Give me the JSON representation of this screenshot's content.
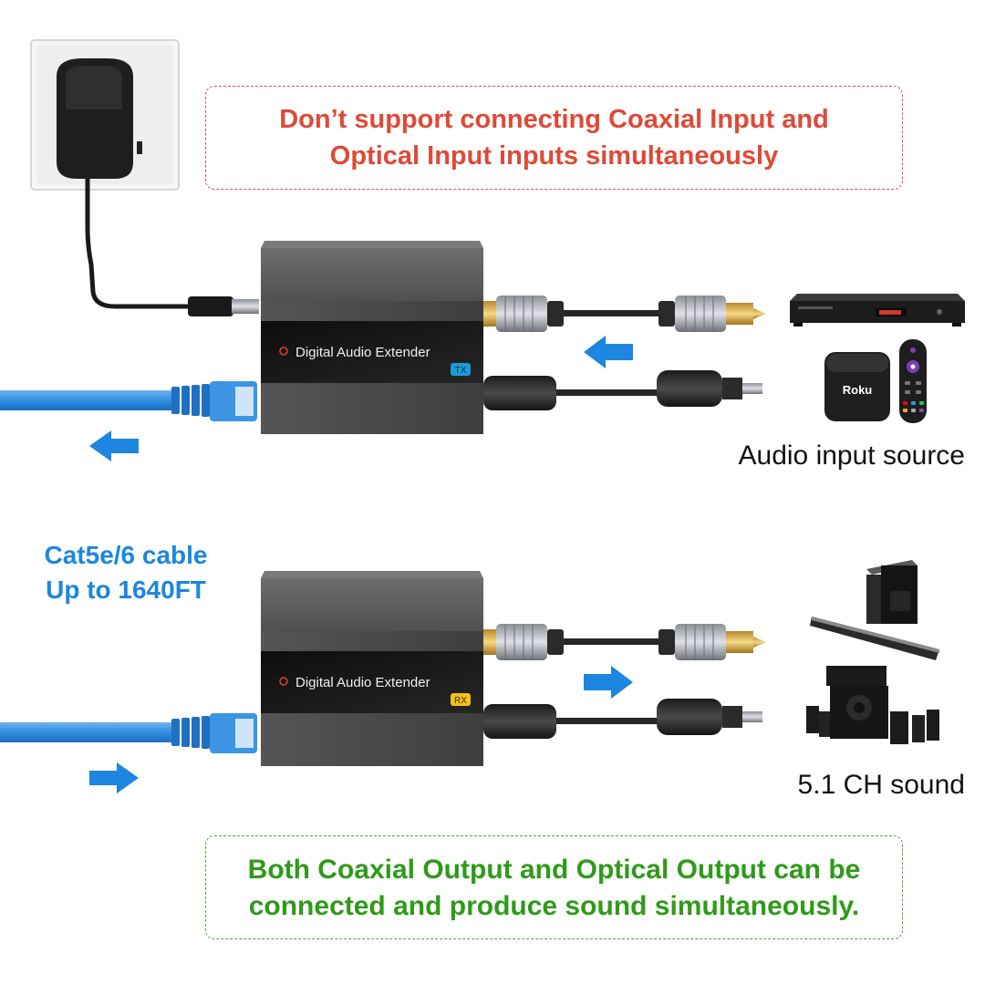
{
  "notes": {
    "top_line1": "Don’t support connecting Coaxial Input and",
    "top_line2": "Optical Input inputs simultaneously",
    "bottom_line1": "Both Coaxial Output and Optical Output can be",
    "bottom_line2": "connected and produce sound simultaneously."
  },
  "cable": {
    "line1": "Cat5e/6 cable",
    "line2": "Up to 1640FT"
  },
  "transmitter": {
    "label": "Digital Audio Extender",
    "badge": "TX"
  },
  "receiver": {
    "label": "Digital Audio Extender",
    "badge": "RX"
  },
  "source": {
    "caption": "Audio input source",
    "player_brand": "Roku"
  },
  "output": {
    "caption": "5.1 CH sound"
  },
  "colors": {
    "warning_text": "#de4a37",
    "ok_text": "#2f9a1a",
    "cable_blue": "#1c86e0",
    "badge_tx": "#1a9bd7",
    "badge_rx": "#f2c318"
  }
}
